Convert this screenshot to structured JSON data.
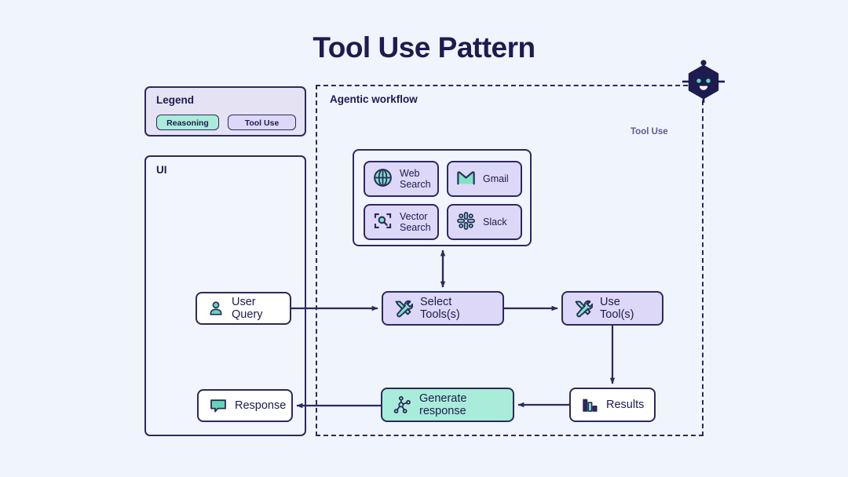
{
  "page": {
    "title": "Tool Use Pattern",
    "background": "#f0f4fd",
    "ink": "#1d1b4f",
    "stroke": "#2b2a5e"
  },
  "legend": {
    "title": "Legend",
    "items": [
      {
        "label": "Reasoning",
        "color": "#a9ecd9"
      },
      {
        "label": "Tool Use",
        "color": "#ddd8f7"
      }
    ]
  },
  "ui_panel": {
    "label": "UI",
    "nodes": [
      {
        "label": "User Query",
        "icon": "user-icon",
        "style": "white"
      },
      {
        "label": "Response",
        "icon": "speech-bubble-icon",
        "style": "white"
      }
    ]
  },
  "agentic": {
    "label": "Agentic workflow",
    "region_label": "Tool Use",
    "robot_icon": "agent-robot-icon",
    "tools": [
      {
        "label": "Web\nSearch",
        "icon": "globe-icon"
      },
      {
        "label": "Gmail",
        "icon": "gmail-icon"
      },
      {
        "label": "Vector\nSearch",
        "icon": "vector-search-icon"
      },
      {
        "label": "Slack",
        "icon": "slack-icon"
      }
    ],
    "nodes": [
      {
        "label": "Select Tools(s)",
        "icon": "tools-icon",
        "style": "tool-use"
      },
      {
        "label": "Use Tool(s)",
        "icon": "tools-icon",
        "style": "tool-use"
      },
      {
        "label": "Results",
        "icon": "bar-chart-icon",
        "style": "white"
      },
      {
        "label": "Generate response",
        "icon": "network-graph-icon",
        "style": "reasoning"
      }
    ]
  },
  "flow": {
    "edges": [
      {
        "from": "User Query",
        "to": "Select Tools(s)",
        "direction": "one-way"
      },
      {
        "from": "Select Tools(s)",
        "to": "Tools",
        "direction": "two-way"
      },
      {
        "from": "Select Tools(s)",
        "to": "Use Tool(s)",
        "direction": "one-way"
      },
      {
        "from": "Use Tool(s)",
        "to": "Results",
        "direction": "one-way"
      },
      {
        "from": "Results",
        "to": "Generate response",
        "direction": "one-way"
      },
      {
        "from": "Generate response",
        "to": "Response",
        "direction": "one-way"
      }
    ]
  }
}
